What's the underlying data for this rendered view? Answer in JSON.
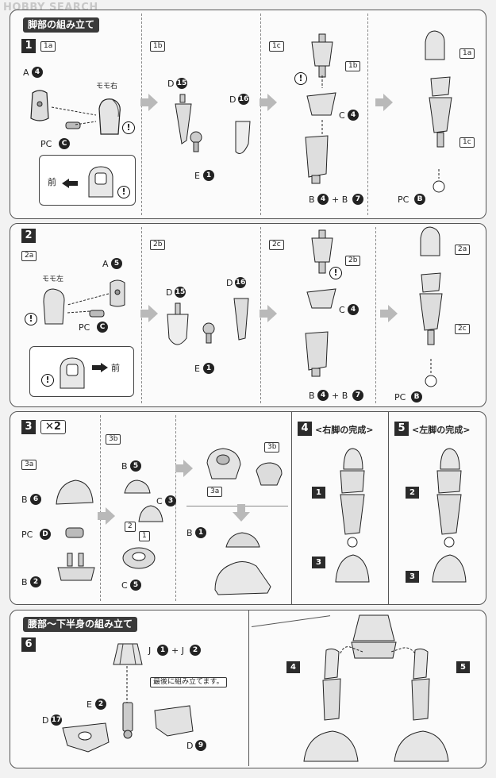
{
  "watermark": "HOBBY SEARCH",
  "section1": {
    "title": "脚部の組み立て",
    "step_1": "1",
    "tags": [
      "1a",
      "1b",
      "1c"
    ],
    "label_A": "A",
    "ref_A": "4",
    "label_momo_right": "モモ右",
    "label_PC": "PC",
    "ref_PC": "C",
    "label_mae": "前",
    "label_D_15": "D",
    "ref_D15": "15",
    "label_D_16": "D",
    "ref_D16": "16",
    "label_E1": "E",
    "ref_E1": "1",
    "tag_1b_inside": "1b",
    "label_C4": "C",
    "ref_C4": "4",
    "label_B4B7": "B",
    "ref_B4": "4",
    "plus": "+ B",
    "ref_B7": "7",
    "tag_1a_inside": "1a",
    "tag_1c_inside": "1c",
    "label_PCB": "PC",
    "ref_PCB": "B"
  },
  "section2": {
    "step_2": "2",
    "tags": [
      "2a",
      "2b",
      "2c"
    ],
    "label_momo_left": "モモ左",
    "label_A": "A",
    "ref_A": "5",
    "label_PC": "PC",
    "ref_PC": "C",
    "label_mae": "前",
    "label_D_15": "D",
    "ref_D15": "15",
    "label_D_16": "D",
    "ref_D16": "16",
    "label_E1": "E",
    "ref_E1": "1",
    "tag_2b_inside": "2b",
    "label_C4": "C",
    "ref_C4": "4",
    "label_B4B7": "B",
    "ref_B4": "4",
    "plus": "+ B",
    "ref_B7": "7",
    "tag_2a_inside": "2a",
    "tag_2c_inside": "2c",
    "label_PCB": "PC",
    "ref_PCB": "B"
  },
  "section3": {
    "step_3": "3",
    "x2": "✕2",
    "tag_3a": "3a",
    "tag_3b": "3b",
    "label_B6": "B",
    "ref_B6": "6",
    "label_PCD": "PC",
    "ref_PCD": "D",
    "label_B2": "B",
    "ref_B2": "2",
    "label_B5": "B",
    "ref_B5": "5",
    "label_C3": "C",
    "ref_C3": "3",
    "order_2": "2",
    "order_1": "1",
    "label_C5": "C",
    "ref_C5": "5",
    "tag_3b_inside": "3b",
    "tag_3a_inside": "3a",
    "label_B1": "B",
    "ref_B1": "1",
    "step_4": "4",
    "title_4": "<右脚の完成>",
    "step_5": "5",
    "title_5": "<左脚の完成>",
    "chip_1": "1",
    "chip_3a": "3",
    "chip_2": "2",
    "chip_3b": "3"
  },
  "section4": {
    "title": "腰部〜下半身の組み立て",
    "step_6": "6",
    "label_J1": "J",
    "ref_J1": "1",
    "plus_J2": "+ J",
    "ref_J2": "2",
    "note": "最後に組み立てます。",
    "label_E2": "E",
    "ref_E2": "2",
    "label_D17": "D",
    "ref_D17": "17",
    "label_D9": "D",
    "ref_D9": "9",
    "chip_4": "4",
    "chip_5": "5"
  },
  "caution_mark": "!"
}
